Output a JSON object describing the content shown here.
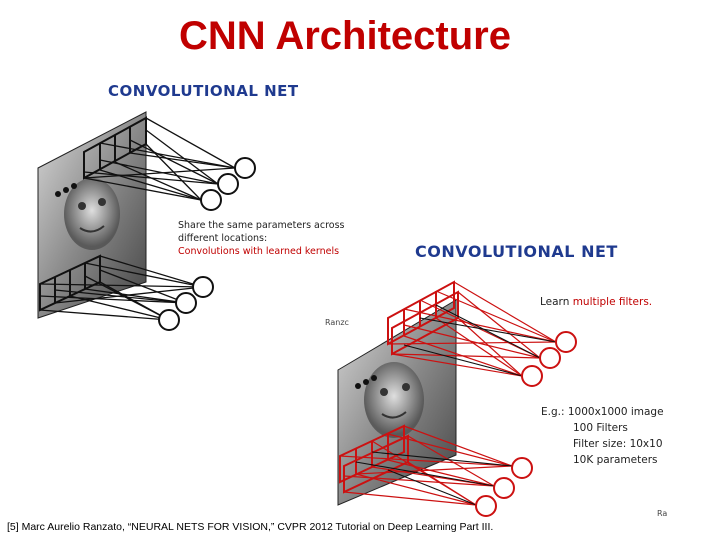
{
  "title": "CNN Architecture",
  "panel1": {
    "heading": "CONVOLUTIONAL NET",
    "note_line1": "Share the same parameters across",
    "note_line2": "different locations:",
    "note_line3": "Convolutions with learned kernels",
    "cut_label": "Ranzc"
  },
  "panel2": {
    "heading": "CONVOLUTIONAL NET",
    "learn_prefix": "Learn ",
    "learn_highlight": "multiple filters.",
    "eg_line1": "E.g.: 1000x1000 image",
    "eg_line2": "100 Filters",
    "eg_line3": "Filter size: 10x10",
    "eg_line4": "10K parameters",
    "cut_label": "Ra"
  },
  "citation": "[5] Marc Aurelio Ranzato, “NEURAL NETS FOR VISION,” CVPR 2012 Tutorial on Deep Learning Part III.",
  "colors": {
    "title": "#c00000",
    "heading": "#1f3a8f",
    "filter": "#cc1111"
  }
}
